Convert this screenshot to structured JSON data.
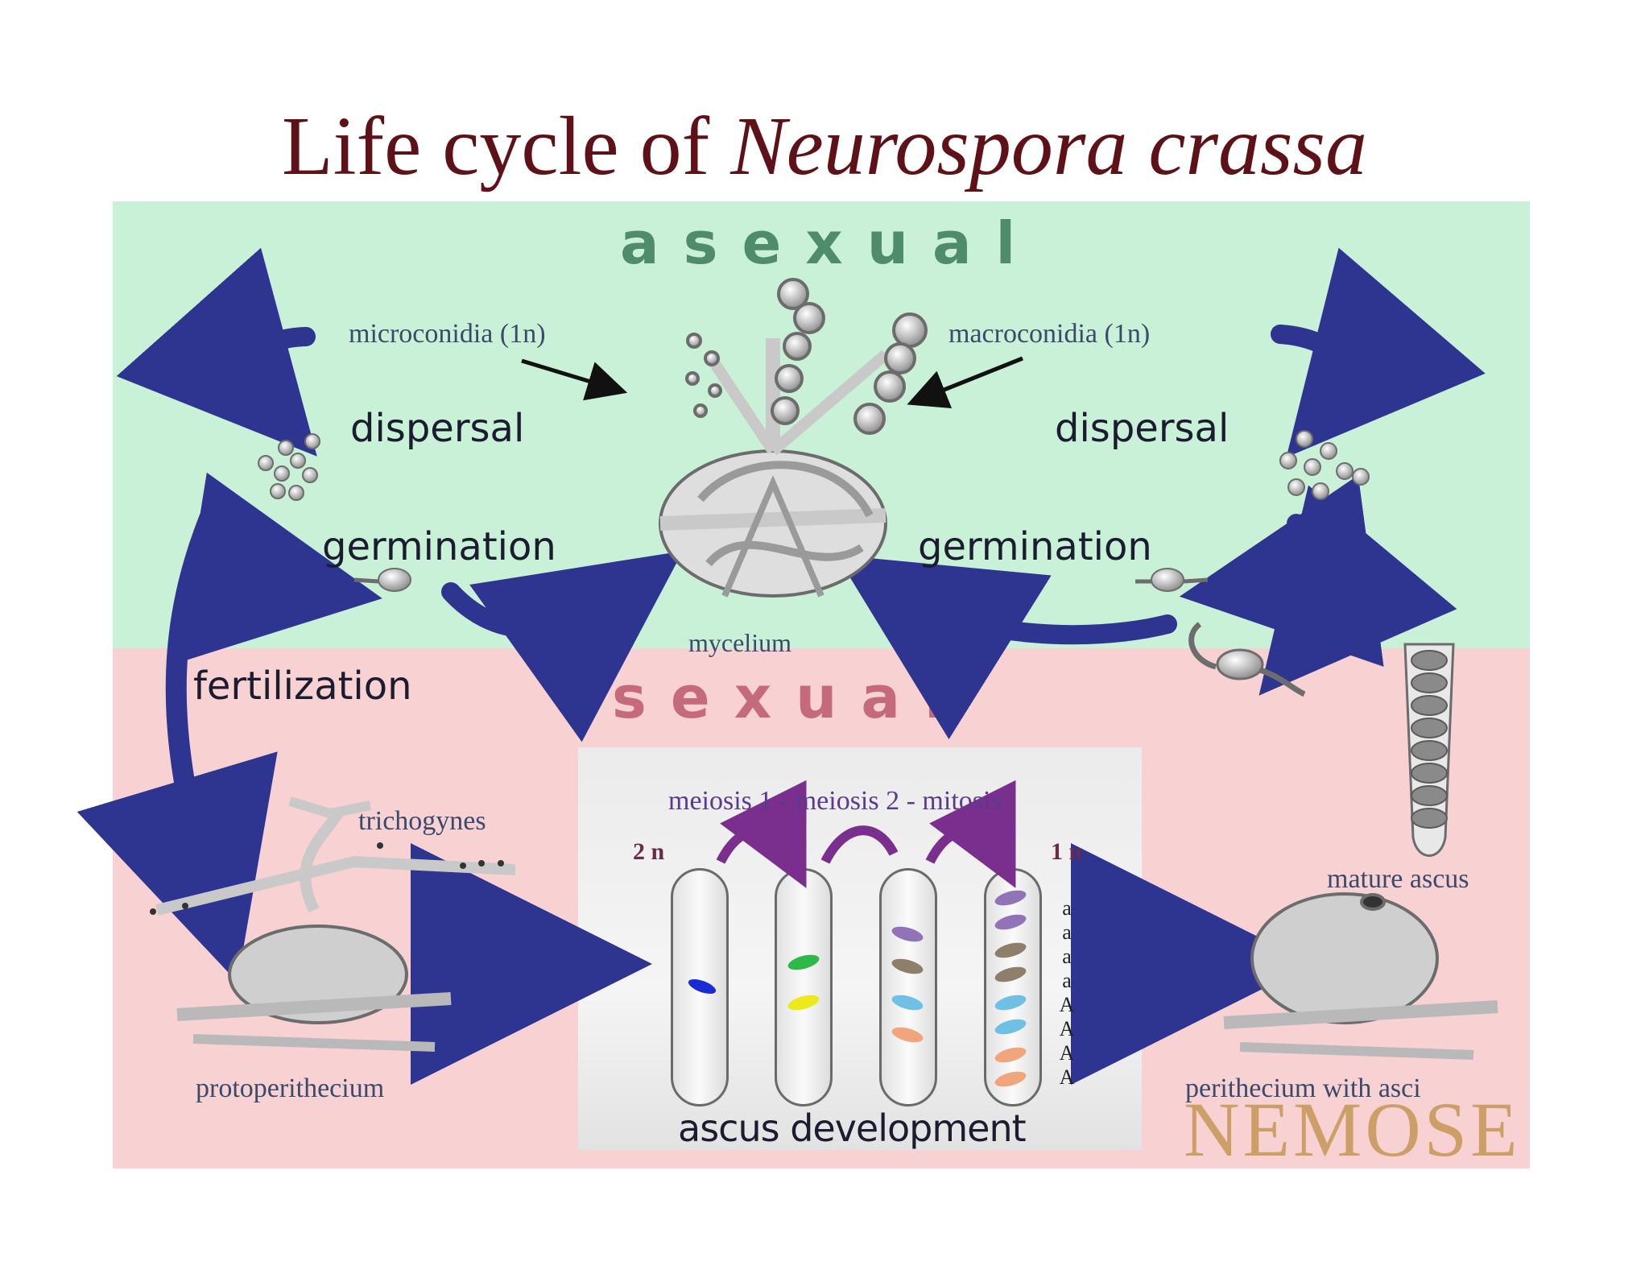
{
  "title": {
    "prefix": "Life cycle of ",
    "species": "Neurospora crassa"
  },
  "sections": {
    "asexual": "asexual",
    "sexual": "sexual"
  },
  "labels": {
    "microconidia": "microconidia (1n)",
    "macroconidia": "macroconidia (1n)",
    "dispersal_left": "dispersal",
    "dispersal_right": "dispersal",
    "germination_left": "germination",
    "germination_right": "germination",
    "mycelium": "mycelium",
    "fertilization": "fertilization",
    "trichogynes": "trichogynes",
    "protoperithecium": "protoperithecium",
    "mature_ascus": "mature ascus",
    "perithecium": "perithecium with asci",
    "meiosis": "meiosis 1 - meiosis 2 - mitosis",
    "ploidy_2n": "2 n",
    "ploidy_1n": "1 n",
    "ascus_development": "ascus development",
    "watermark": "NEMOSE"
  },
  "alleles": [
    "a",
    "a",
    "a",
    "a",
    "A",
    "A",
    "A",
    "A"
  ],
  "colors": {
    "title": "#5e1218",
    "asexual_bg": "#c8f1d7",
    "sexual_bg": "#f8d1d3",
    "asexual_label": "#4f8c6c",
    "sexual_label": "#c56a7c",
    "arrow_blue": "#2e3591",
    "arrow_purple": "#7a2f8e"
  }
}
